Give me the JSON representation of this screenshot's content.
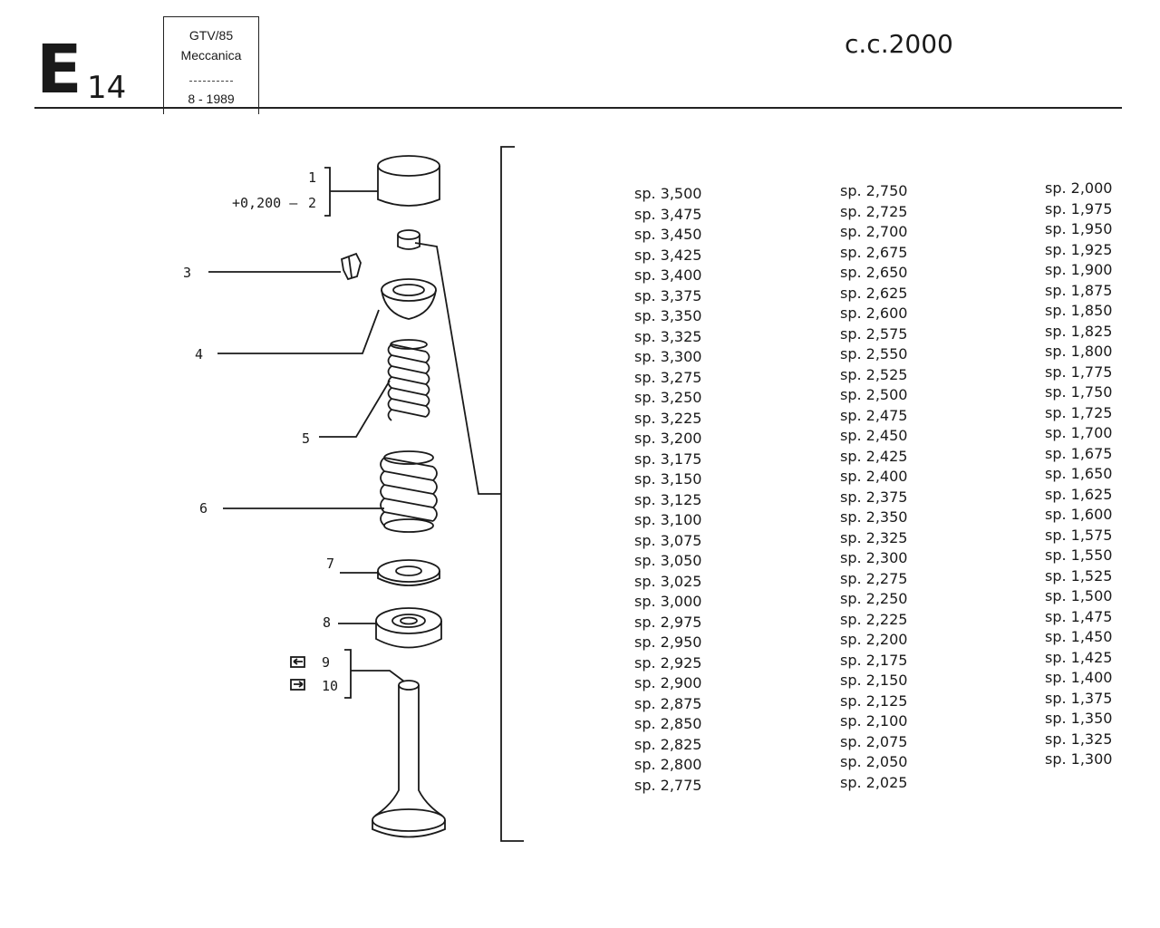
{
  "header": {
    "section_letter": "E",
    "section_number": "14",
    "model": "GTV/85",
    "category": "Meccanica",
    "date": "8 - 1989",
    "engine": "c.c.2000"
  },
  "callouts": {
    "c1": "1",
    "c2_prefix": "+0,200 –",
    "c2": "2",
    "c3": "3",
    "c4": "4",
    "c5": "5",
    "c6": "6",
    "c7": "7",
    "c8": "8",
    "c9": "9",
    "c10": "10"
  },
  "shim_columns": {
    "col1": [
      "sp. 3,500",
      "sp. 3,475",
      "sp. 3,450",
      "sp. 3,425",
      "sp. 3,400",
      "sp. 3,375",
      "sp. 3,350",
      "sp. 3,325",
      "sp. 3,300",
      "sp. 3,275",
      "sp. 3,250",
      "sp. 3,225",
      "sp. 3,200",
      "sp. 3,175",
      "sp. 3,150",
      "sp. 3,125",
      "sp. 3,100",
      "sp. 3,075",
      "sp. 3,050",
      "sp. 3,025",
      "sp. 3,000",
      "sp. 2,975",
      "sp. 2,950",
      "sp. 2,925",
      "sp. 2,900",
      "sp. 2,875",
      "sp. 2,850",
      "sp. 2,825",
      "sp. 2,800",
      "sp. 2,775"
    ],
    "col2": [
      "sp. 2,750",
      "sp. 2,725",
      "sp. 2,700",
      "sp. 2,675",
      "sp. 2,650",
      "sp. 2,625",
      "sp. 2,600",
      "sp. 2,575",
      "sp. 2,550",
      "sp. 2,525",
      "sp. 2,500",
      "sp. 2,475",
      "sp. 2,450",
      "sp. 2,425",
      "sp. 2,400",
      "sp. 2,375",
      "sp. 2,350",
      "sp. 2,325",
      "sp. 2,300",
      "sp. 2,275",
      "sp. 2,250",
      "sp. 2,225",
      "sp. 2,200",
      "sp. 2,175",
      "sp. 2,150",
      "sp. 2,125",
      "sp. 2,100",
      "sp. 2,075",
      "sp. 2,050",
      "sp. 2,025"
    ],
    "col3": [
      "sp. 2,000",
      "sp. 1,975",
      "sp. 1,950",
      "sp. 1,925",
      "sp. 1,900",
      "sp. 1,875",
      "sp. 1,850",
      "sp. 1,825",
      "sp. 1,800",
      "sp. 1,775",
      "sp. 1,750",
      "sp. 1,725",
      "sp. 1,700",
      "sp. 1,675",
      "sp. 1,650",
      "sp. 1,625",
      "sp. 1,600",
      "sp. 1,575",
      "sp. 1,550",
      "sp. 1,525",
      "sp. 1,500",
      "sp. 1,475",
      "sp. 1,450",
      "sp. 1,425",
      "sp. 1,400",
      "sp. 1,375",
      "sp. 1,350",
      "sp. 1,325",
      "sp. 1,300"
    ]
  },
  "icons": {
    "valve_intake": "arrow-in-icon",
    "valve_exhaust": "arrow-out-icon"
  },
  "colors": {
    "ink": "#1a1a1a",
    "paper": "#ffffff"
  }
}
